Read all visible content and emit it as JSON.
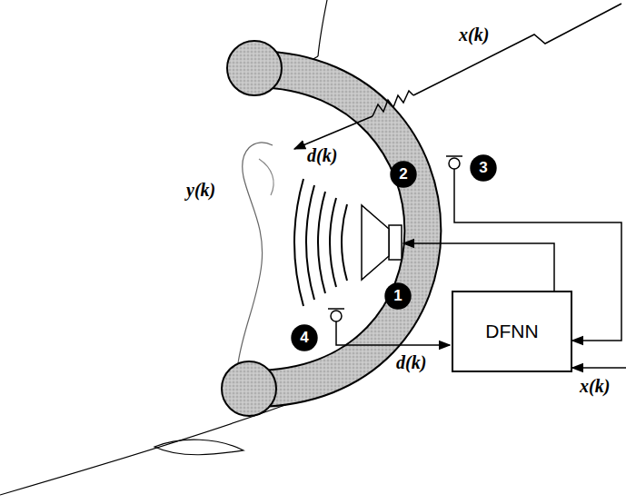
{
  "diagram": {
    "nodes": [
      {
        "text": [
          "2"
        ]
      },
      {
        "text": [
          "3"
        ]
      },
      {
        "text": [
          "1"
        ]
      },
      {
        "text": [
          "4"
        ]
      },
      {
        "text": [
          "DFNN"
        ]
      }
    ],
    "labels": [
      "x(k)",
      "d(k)",
      "y(k)",
      "d(k)",
      "x(k)"
    ]
  }
}
